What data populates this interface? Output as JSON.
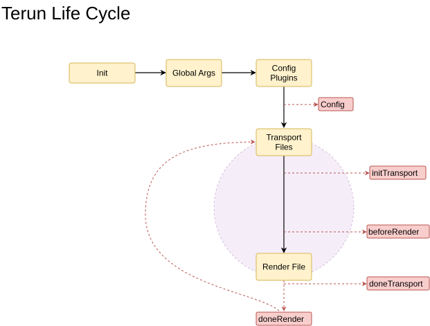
{
  "title": "Terun Life Cycle",
  "colors": {
    "stage_fill": "#fff2cc",
    "stage_stroke": "#d6b656",
    "hook_fill": "#f8cecc",
    "hook_stroke": "#b85450",
    "hook_edge": "#b85450",
    "flow_edge": "#000000",
    "loop_fill": "#f5eef9",
    "loop_stroke": "#d4bcd8"
  },
  "stages": {
    "init": [
      "Init"
    ],
    "global_args": [
      "Global Args"
    ],
    "config_plugins": [
      "Config",
      "Plugins"
    ],
    "transport_files": [
      "Transport",
      "Files"
    ],
    "render_file": [
      "Render File"
    ]
  },
  "hooks": {
    "config": "Config",
    "init_transport": "initTransport",
    "before_render": "beforeRender",
    "done_transport": "doneTransport",
    "done_render": "doneRender"
  }
}
